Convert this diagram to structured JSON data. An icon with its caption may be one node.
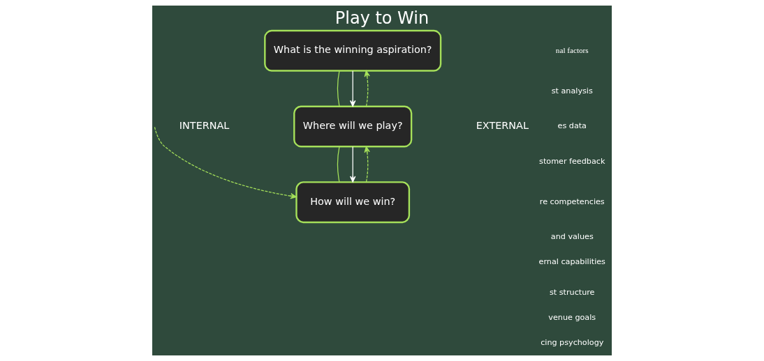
{
  "diagram": {
    "title": "Play to Win",
    "nodes": [
      {
        "text": [
          "What is the winning aspiration?"
        ]
      },
      {
        "text": [
          "Where will we play?"
        ]
      },
      {
        "text": [
          "How will we win?"
        ]
      }
    ],
    "edges": [
      {
        "from": 0,
        "to": 1,
        "arrow": "none"
      },
      {
        "from": 1,
        "to": 2,
        "arrow": "none"
      },
      {
        "from": 0,
        "to": 1,
        "arrow": "to",
        "color": "#ffffff"
      },
      {
        "from": 1,
        "to": 2,
        "arrow": "to",
        "color": "#ffffff"
      },
      {
        "from": 1,
        "to": 0,
        "arrow": "to",
        "style": "dashed"
      },
      {
        "from": 2,
        "to": 1,
        "arrow": "to",
        "style": "dashed"
      },
      {
        "from": null,
        "to": 2,
        "arrow": "to",
        "style": "dashed"
      }
    ],
    "labels": [
      "nal factors",
      "st analysis",
      "es data",
      "stomer feedback",
      "re competencies",
      "and values",
      "ernal capabilities",
      "st structure",
      "venue goals",
      "cing psychology",
      "INTERNAL",
      "EXTERNAL"
    ]
  }
}
